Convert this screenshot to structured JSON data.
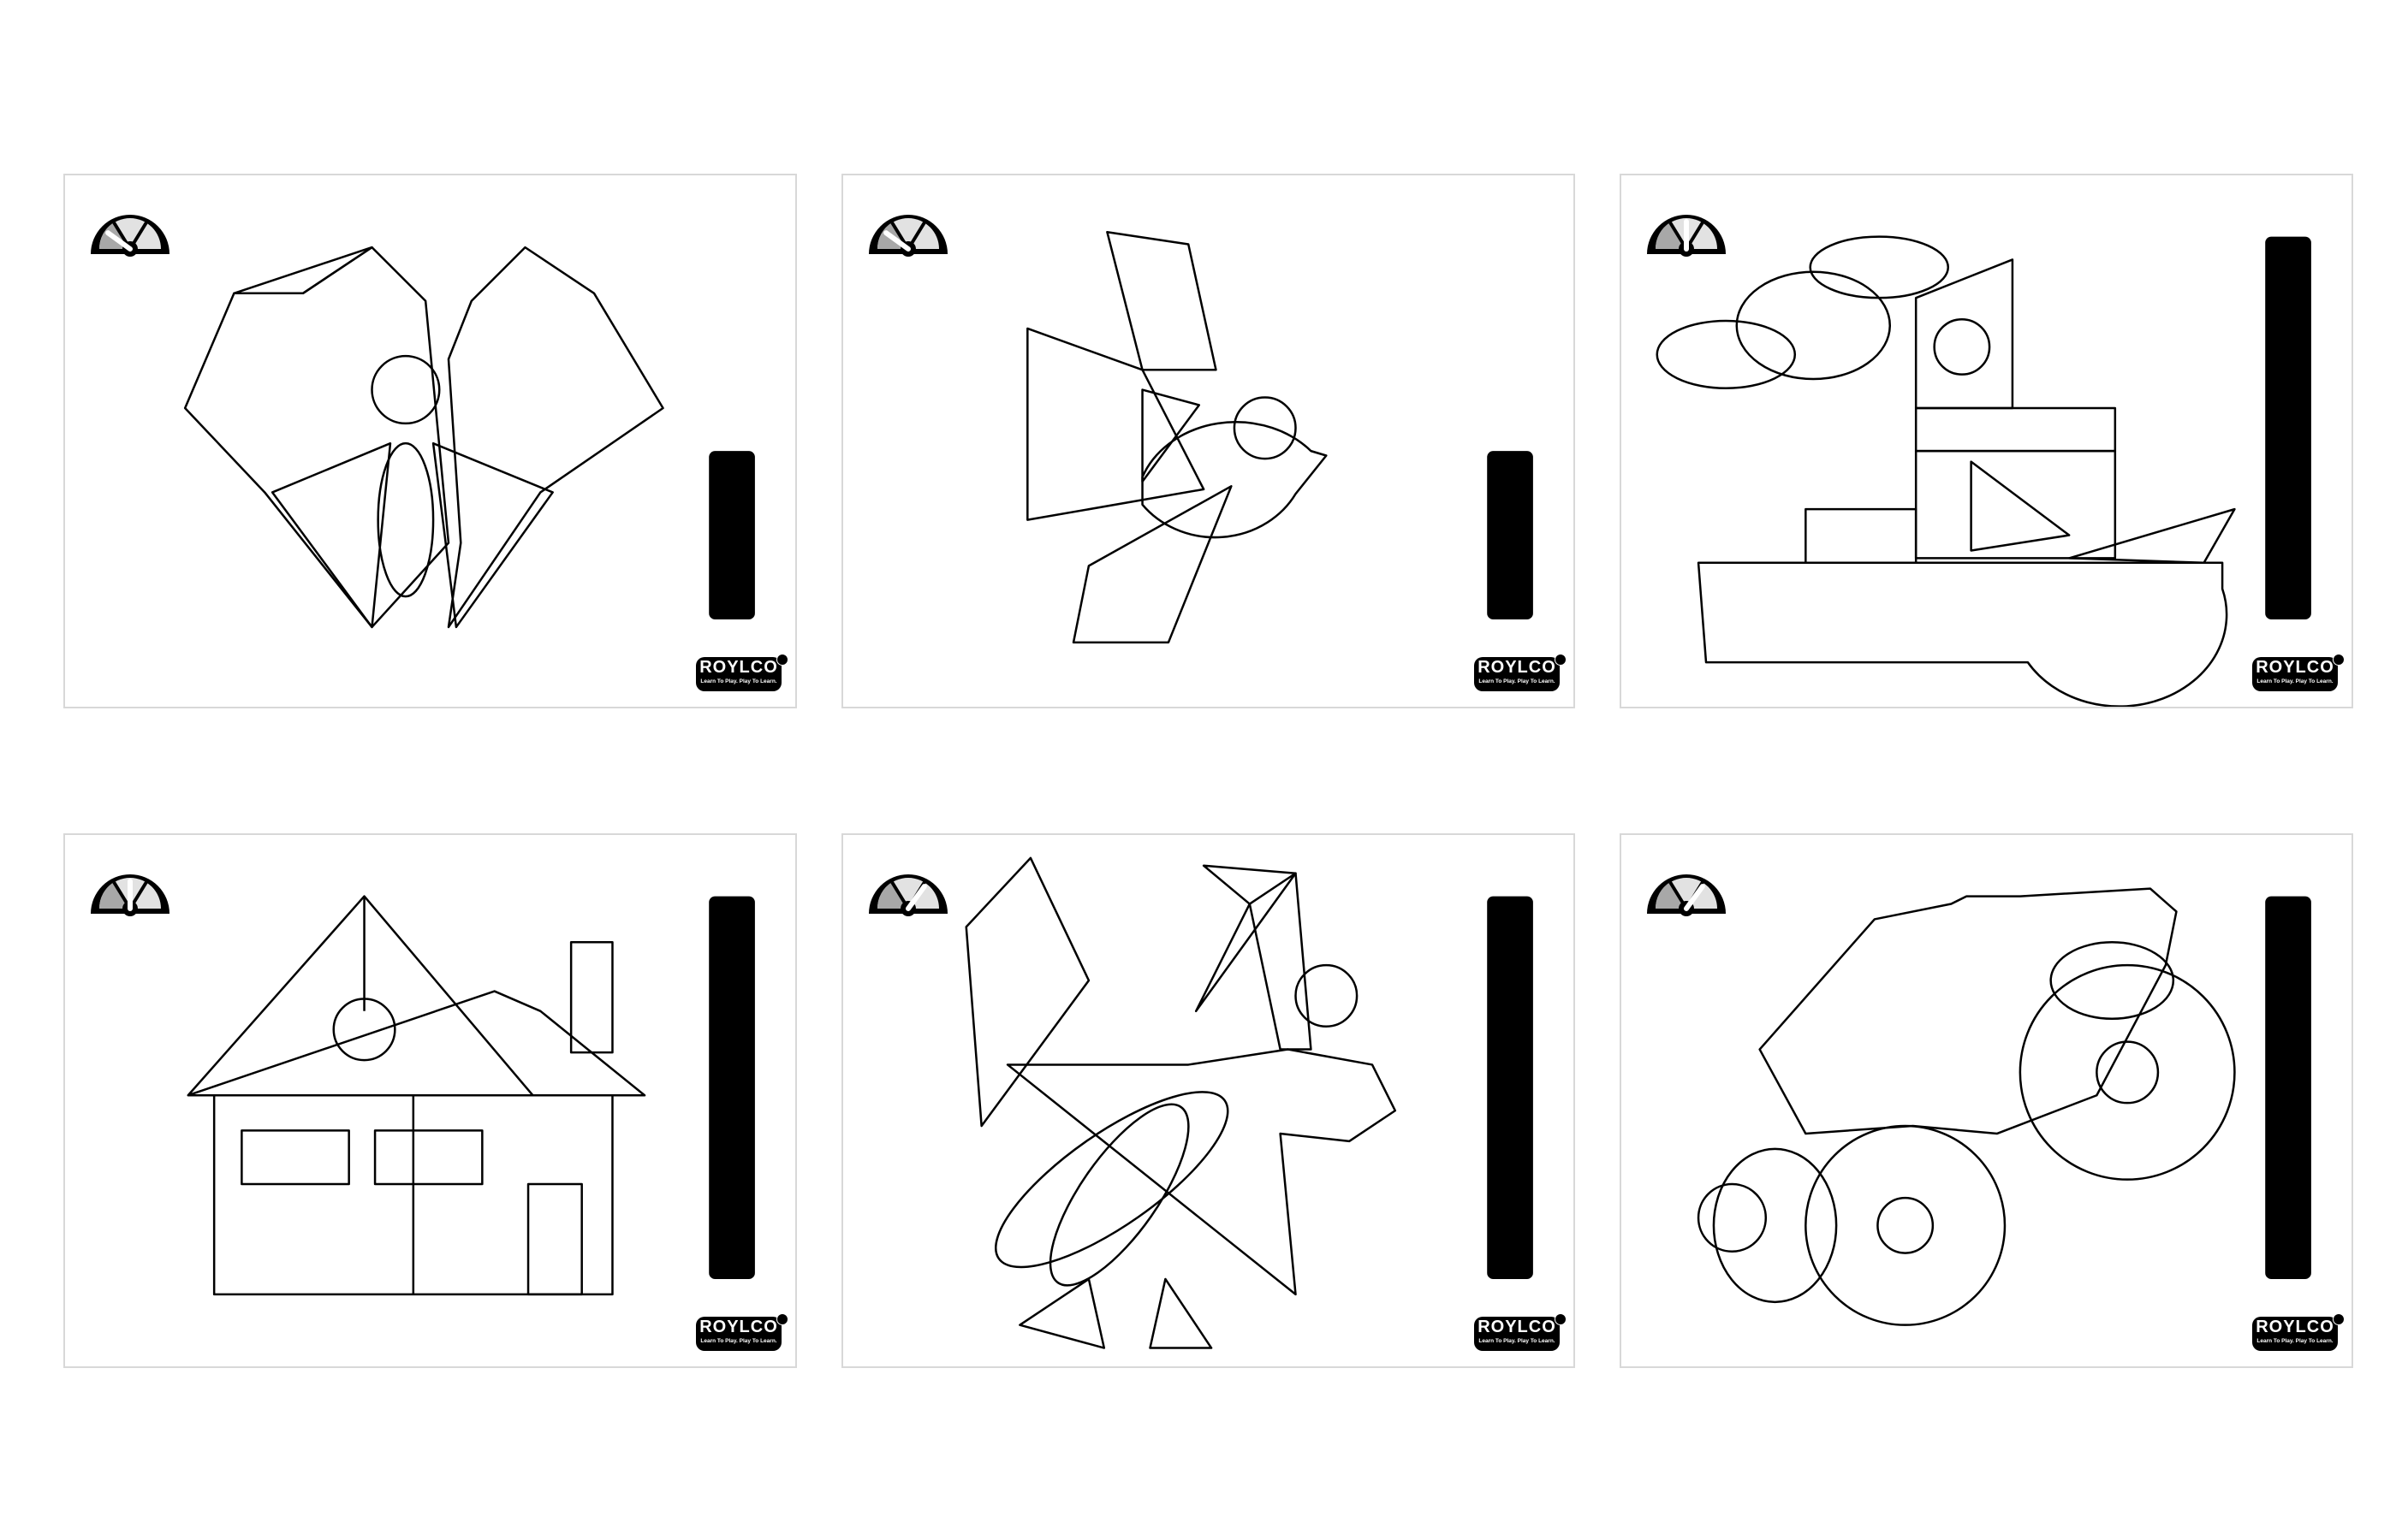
{
  "brand": {
    "name": "ROYLCO",
    "tagline": "Learn To Play. Play To Learn."
  },
  "cards": [
    {
      "subject": "butterfly",
      "difficulty": 0.2
    },
    {
      "subject": "fish",
      "difficulty": 0.2
    },
    {
      "subject": "boat",
      "difficulty": 0.5
    },
    {
      "subject": "house",
      "difficulty": 0.5
    },
    {
      "subject": "rooster",
      "difficulty": 0.7
    },
    {
      "subject": "car",
      "difficulty": 0.7
    }
  ],
  "colors": {
    "gauge_easy": "#a8a8a8",
    "gauge_face": "#e2e2e2",
    "border": "#d8d8d8"
  }
}
